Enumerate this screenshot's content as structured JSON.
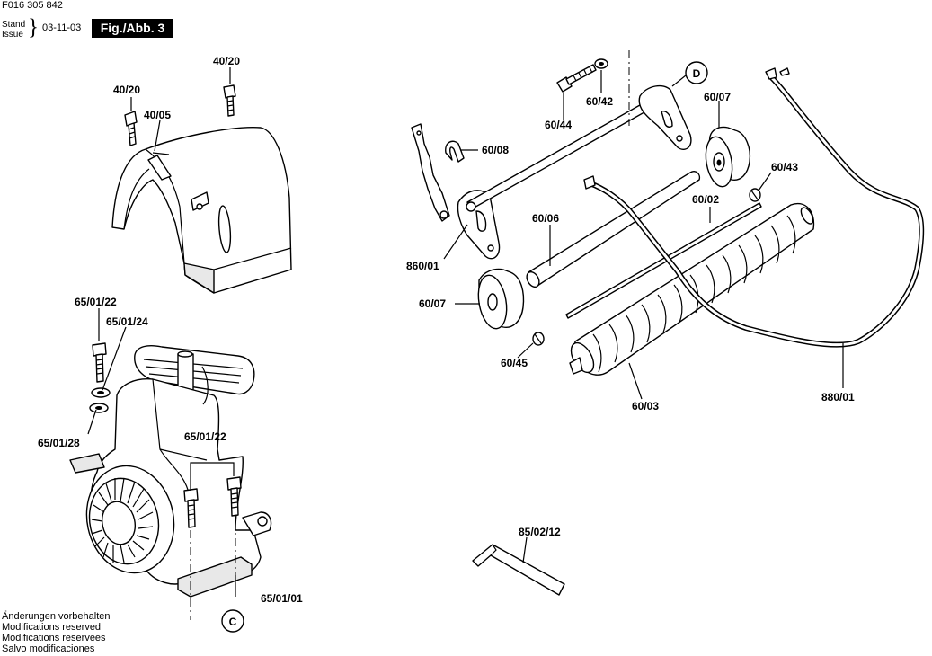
{
  "header": {
    "doc_number": "F016 305 842",
    "stand_label": "Stand",
    "issue_label": "Issue",
    "date": "03-11-03",
    "figure_label": "Fig./Abb. 3"
  },
  "footer": {
    "notes": [
      "Änderungen vorbehalten",
      "Modifications reserved",
      "Modifications reservees",
      "Salvo modificaciones"
    ]
  },
  "callouts": {
    "c_40_20_a": "40/20",
    "c_40_20_b": "40/20",
    "c_40_05": "40/05",
    "c_65_01_22_a": "65/01/22",
    "c_65_01_24": "65/01/24",
    "c_65_01_28": "65/01/28",
    "c_65_01_22_b": "65/01/22",
    "c_65_01_01": "65/01/01",
    "c_60_44": "60/44",
    "c_60_42": "60/42",
    "c_60_08": "60/08",
    "c_60_07_a": "60/07",
    "c_60_43": "60/43",
    "c_60_02": "60/02",
    "c_60_06": "60/06",
    "c_860_01": "860/01",
    "c_60_07_b": "60/07",
    "c_60_45": "60/45",
    "c_60_03": "60/03",
    "c_880_01": "880/01",
    "c_85_02_12": "85/02/12"
  },
  "ref_markers": {
    "d": "D",
    "c": "C"
  }
}
